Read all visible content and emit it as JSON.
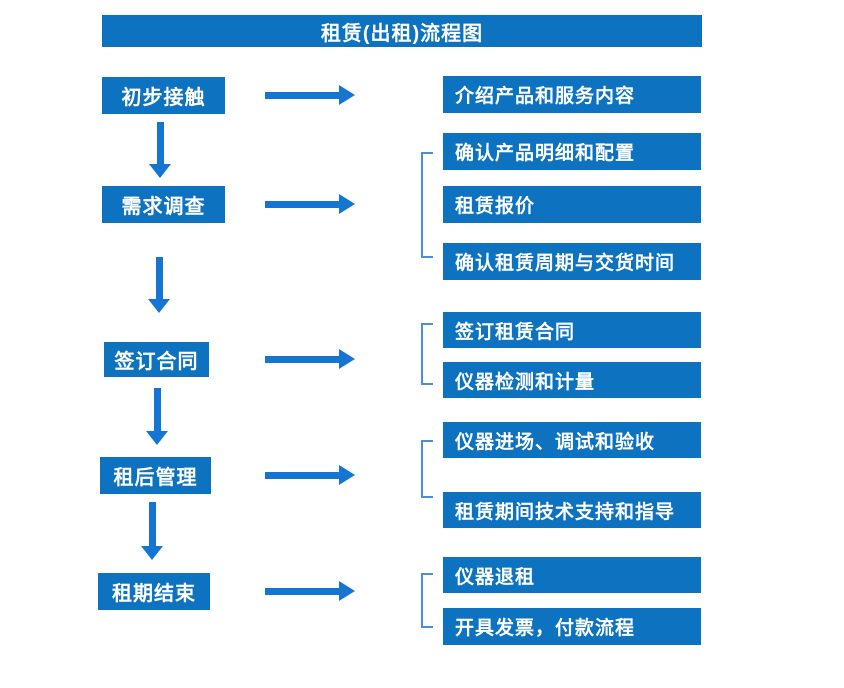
{
  "diagram": {
    "title": "租赁(出租)流程图",
    "steps": [
      {
        "label": "初步接触",
        "outputs": [
          "介绍产品和服务内容"
        ]
      },
      {
        "label": "需求调查",
        "outputs": [
          "确认产品明细和配置",
          "租赁报价",
          "确认租赁周期与交货时间"
        ]
      },
      {
        "label": "签订合同",
        "outputs": [
          "签订租赁合同",
          "仪器检测和计量"
        ]
      },
      {
        "label": "租后管理",
        "outputs": [
          "仪器进场、调试和验收",
          "租赁期间技术支持和指导"
        ]
      },
      {
        "label": "租期结束",
        "outputs": [
          "仪器退租",
          "开具发票，付款流程"
        ]
      }
    ],
    "colors": {
      "box": "#0d72c0",
      "arrow": "#1476d2",
      "bracket": "#4a90d9",
      "text": "#ffffff",
      "background": "#ffffff"
    }
  }
}
